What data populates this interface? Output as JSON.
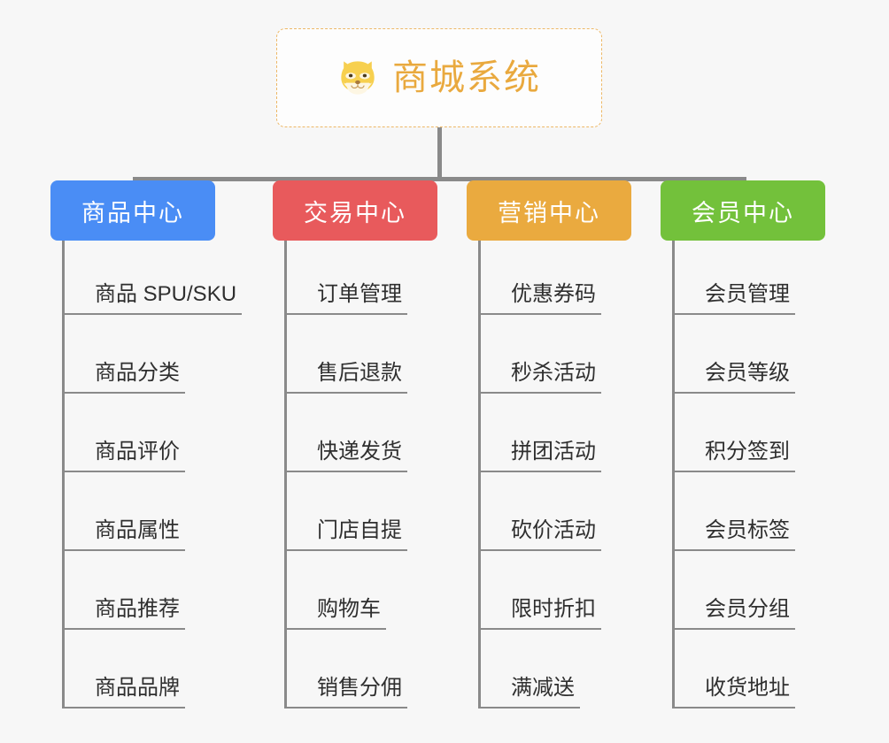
{
  "root": {
    "title": "商城系统",
    "icon": "shiba-dog-icon",
    "border_color": "#edb867",
    "text_color": "#e9a93e",
    "background": "#fdfdfd"
  },
  "canvas": {
    "background": "#f7f7f7",
    "connector_color": "#8a8a8a"
  },
  "columns": [
    {
      "title": "商品中心",
      "color": "#4a8df5",
      "items": [
        {
          "label": "商品 SPU/SKU"
        },
        {
          "label": "商品分类"
        },
        {
          "label": "商品评价"
        },
        {
          "label": "商品属性"
        },
        {
          "label": "商品推荐"
        },
        {
          "label": "商品品牌"
        }
      ]
    },
    {
      "title": "交易中心",
      "color": "#e85a5c",
      "items": [
        {
          "label": "订单管理"
        },
        {
          "label": "售后退款"
        },
        {
          "label": "快递发货"
        },
        {
          "label": "门店自提"
        },
        {
          "label": "购物车"
        },
        {
          "label": "销售分佣"
        }
      ]
    },
    {
      "title": "营销中心",
      "color": "#eaaa3f",
      "items": [
        {
          "label": "优惠券码"
        },
        {
          "label": "秒杀活动"
        },
        {
          "label": "拼团活动"
        },
        {
          "label": "砍价活动"
        },
        {
          "label": "限时折扣"
        },
        {
          "label": "满减送"
        }
      ]
    },
    {
      "title": "会员中心",
      "color": "#73c13b",
      "items": [
        {
          "label": "会员管理"
        },
        {
          "label": "会员等级"
        },
        {
          "label": "积分签到"
        },
        {
          "label": "会员标签"
        },
        {
          "label": "会员分组"
        },
        {
          "label": "收货地址"
        }
      ]
    }
  ]
}
